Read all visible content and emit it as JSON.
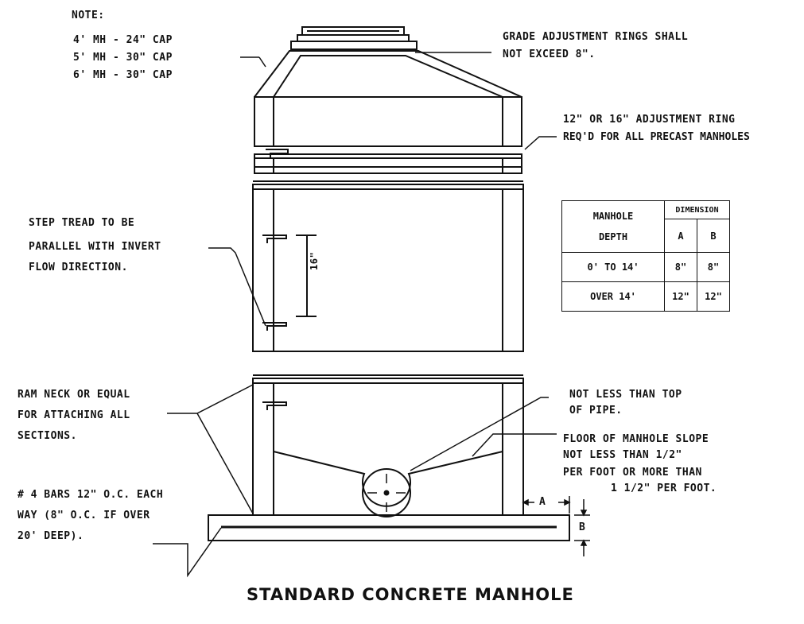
{
  "note": {
    "heading": "NOTE:",
    "lines": [
      "4' MH - 24\" CAP",
      "5' MH - 30\" CAP",
      "6' MH - 30\" CAP"
    ]
  },
  "callouts": {
    "grade_rings": [
      "GRADE ADJUSTMENT RINGS SHALL",
      "NOT EXCEED 8\"."
    ],
    "adjust_ring": [
      "12\" OR 16\" ADJUSTMENT RING",
      "REQ'D FOR ALL PRECAST MANHOLES"
    ],
    "step_tread": [
      "STEP TREAD TO BE",
      "PARALLEL WITH INVERT",
      "FLOW DIRECTION."
    ],
    "step_spacing": "16\"",
    "ram_neck": [
      "RAM NECK OR EQUAL",
      "FOR ATTACHING ALL",
      "SECTIONS."
    ],
    "top_of_pipe": [
      "NOT LESS THAN TOP",
      "OF PIPE."
    ],
    "floor_slope": [
      "FLOOR OF MANHOLE SLOPE",
      "NOT LESS THAN 1/2\"",
      "PER FOOT OR MORE THAN",
      "1 1/2\" PER FOOT."
    ],
    "bars": [
      "# 4 BARS 12\" O.C. EACH",
      "WAY (8\" O.C. IF OVER",
      "20' DEEP)."
    ],
    "dim_a": "A",
    "dim_b": "B"
  },
  "table": {
    "header_main": [
      "MANHOLE",
      "DEPTH"
    ],
    "header_group": "DIMENSION",
    "col_a": "A",
    "col_b": "B",
    "rows": [
      {
        "depth": "0' TO 14'",
        "a": "8\"",
        "b": "8\""
      },
      {
        "depth": "OVER 14'",
        "a": "12\"",
        "b": "12\""
      }
    ]
  },
  "title": "STANDARD CONCRETE MANHOLE"
}
